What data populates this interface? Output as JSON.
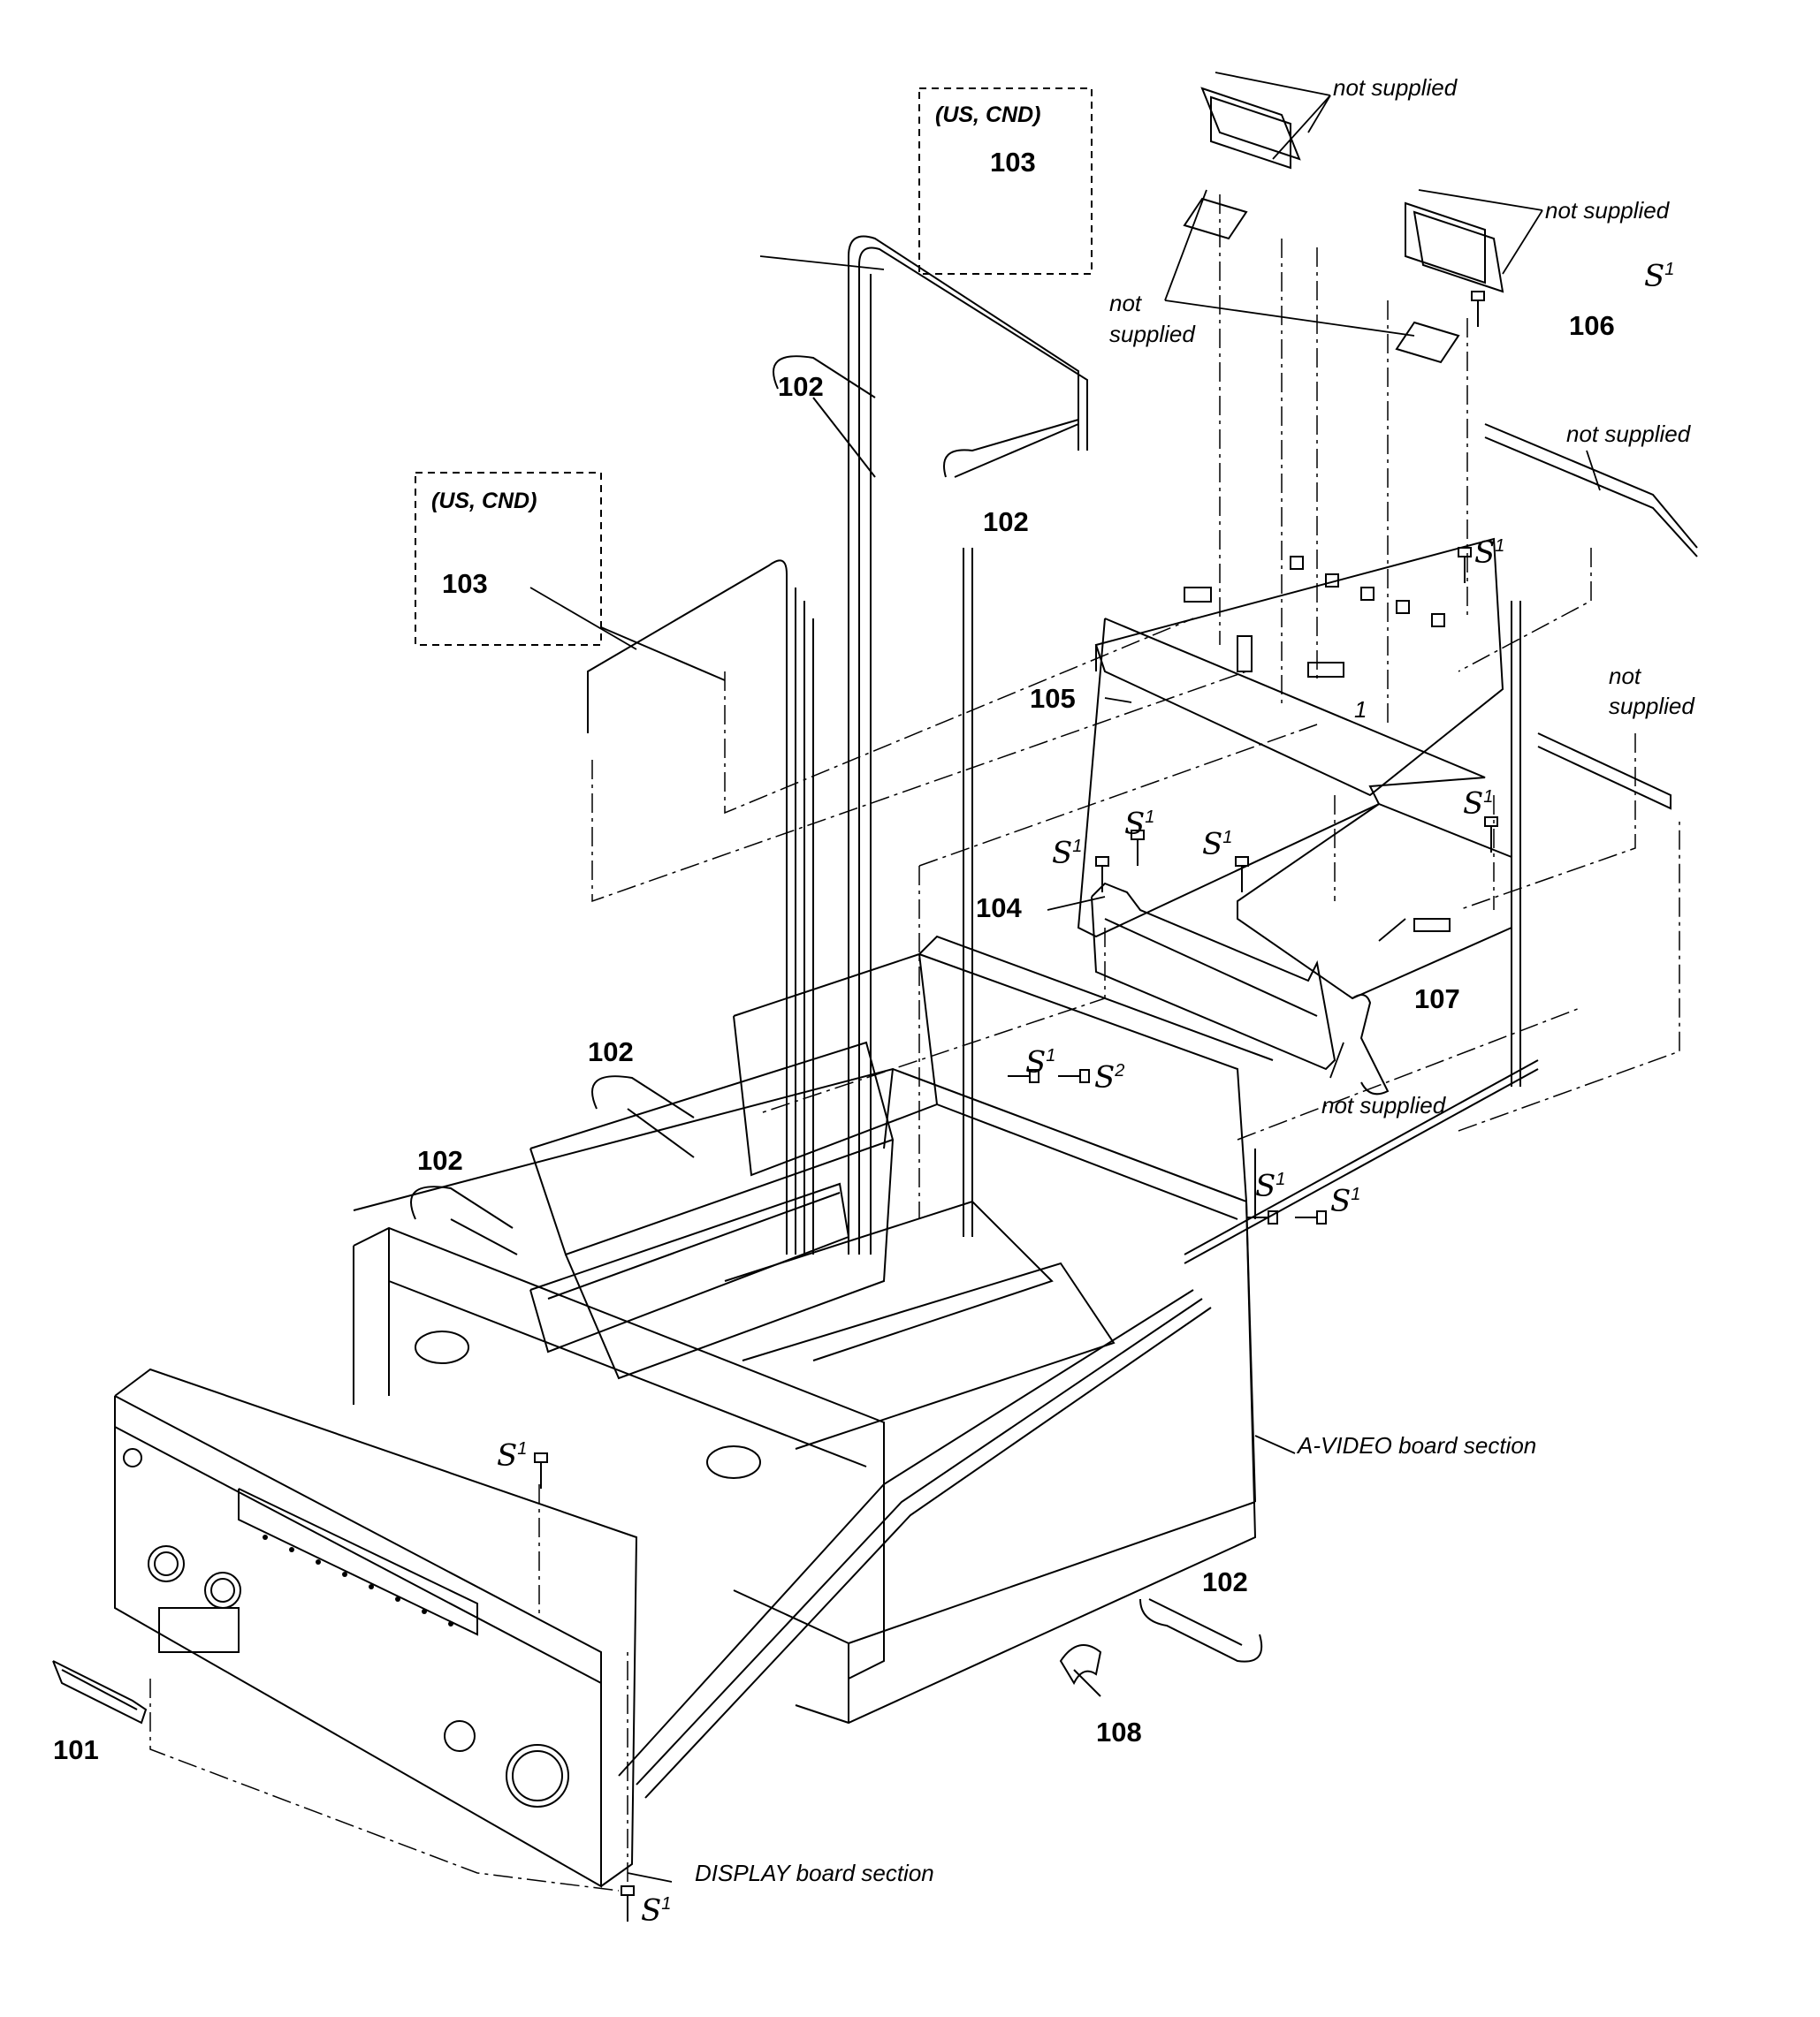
{
  "diagram": {
    "part_numbers": {
      "p101": "101",
      "p102": "102",
      "p103": "103",
      "p104": "104",
      "p105": "105",
      "p106": "106",
      "p107": "107",
      "p108": "108"
    },
    "notes": {
      "not_supplied": "not supplied",
      "not": "not",
      "supplied": "supplied",
      "region": "(US, CND)",
      "a_video": "A-VIDEO board section",
      "display": "DISPLAY board section",
      "one": "1"
    },
    "screws": {
      "s": "S",
      "sub1": "1",
      "sub2": "2"
    }
  }
}
